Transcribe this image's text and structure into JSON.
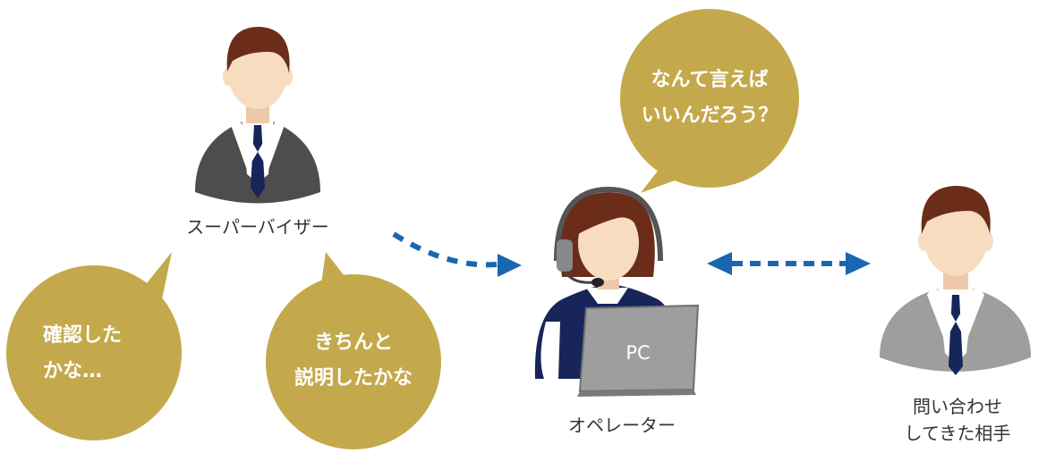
{
  "supervisor": {
    "label": "スーパーバイザー"
  },
  "operator": {
    "label": "オペレーター",
    "pc_label": "PC"
  },
  "customer": {
    "label_line1": "問い合わせ",
    "label_line2": "してきた相手"
  },
  "bubbles": {
    "confirm": {
      "line1": "確認した",
      "line2": "かな…"
    },
    "explain": {
      "line1": "きちんと",
      "line2": "説明したかな"
    },
    "operator_thought": {
      "line1": "なんて言えば",
      "line2": "いいんだろう？"
    }
  },
  "colors": {
    "bubble": "#c4a94c",
    "arrow": "#1a66b0",
    "navy": "#17255a",
    "skin": "#f7dcc0",
    "hair": "#6b2d1a"
  }
}
